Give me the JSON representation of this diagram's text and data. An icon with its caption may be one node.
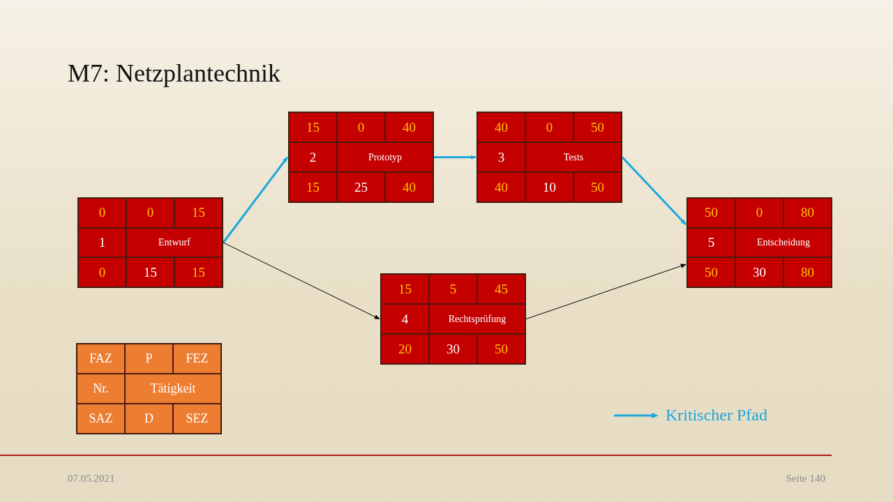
{
  "diagram": {
    "title": "M7: Netzplantechnik",
    "nodes": [
      {
        "text": [
          "0",
          "0",
          "15",
          "1",
          "Entwurf",
          "0",
          "15",
          "15"
        ]
      },
      {
        "text": [
          "15",
          "0",
          "40",
          "2",
          "Prototyp",
          "15",
          "25",
          "40"
        ]
      },
      {
        "text": [
          "40",
          "0",
          "50",
          "3",
          "Tests",
          "40",
          "10",
          "50"
        ]
      },
      {
        "text": [
          "50",
          "0",
          "80",
          "5",
          "Entscheidung",
          "50",
          "30",
          "80"
        ]
      },
      {
        "text": [
          "15",
          "5",
          "45",
          "4",
          "Rechtsprüfung",
          "20",
          "30",
          "50"
        ]
      },
      {
        "text": [
          "FAZ",
          "P",
          "FEZ",
          "Nr.",
          "Tätigkeit",
          "SAZ",
          "D",
          "SEZ"
        ]
      }
    ],
    "edges": [
      {
        "from": 0,
        "to": 1,
        "arrow": "to"
      },
      {
        "from": 1,
        "to": 2,
        "arrow": "to"
      },
      {
        "from": 2,
        "to": 3,
        "arrow": "to"
      },
      {
        "from": 0,
        "to": 4,
        "arrow": "to",
        "color": "#000000"
      },
      {
        "from": 4,
        "to": 3,
        "arrow": "to",
        "color": "#000000"
      }
    ],
    "labels": [
      "07.05.2021",
      "Seite 140"
    ],
    "legend": [
      {
        "text": "Kritischer Pfad"
      }
    ]
  }
}
